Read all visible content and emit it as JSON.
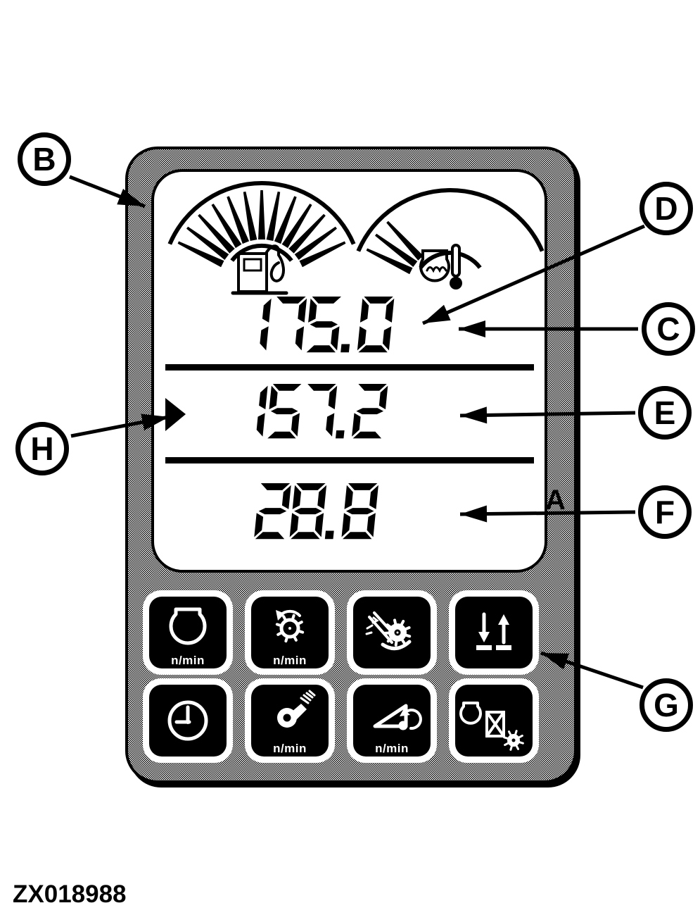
{
  "figure": {
    "id": "ZX018988"
  },
  "panel": {
    "display": {
      "fuel_gauge": {
        "icon": "fuel-pump-icon",
        "segments_lit": 13,
        "segments_total": 13
      },
      "temperature_gauge": {
        "icon": "engine-coolant-temperature-icon",
        "segments_lit": 3,
        "segments_total": 13
      },
      "lines": [
        {
          "value": "175.0",
          "mode_letter": "A"
        },
        {
          "value": "157.2",
          "selected_marker": true
        },
        {
          "value": "28.8"
        }
      ]
    },
    "buttons": [
      {
        "name": "engine-speed",
        "icon": "engine-icon",
        "label": "n/min"
      },
      {
        "name": "cutterhead-speed",
        "icon": "rotating-gear-icon",
        "label": "n/min"
      },
      {
        "name": "knife-sharpening",
        "icon": "knife-sharpening-icon",
        "label": ""
      },
      {
        "name": "header-raise-lower",
        "icon": "raise-lower-arrows-icon",
        "label": ""
      },
      {
        "name": "hour-meter",
        "icon": "clock-icon",
        "label": ""
      },
      {
        "name": "blower-speed",
        "icon": "blower-icon",
        "label": "n/min"
      },
      {
        "name": "elevator-speed",
        "icon": "elevator-angle-icon",
        "label": "n/min"
      },
      {
        "name": "service-interval",
        "icon": "engine-hourglass-gear-icon",
        "label": ""
      }
    ]
  },
  "callouts": [
    {
      "letter": "B"
    },
    {
      "letter": "C"
    },
    {
      "letter": "D"
    },
    {
      "letter": "E"
    },
    {
      "letter": "F"
    },
    {
      "letter": "G"
    },
    {
      "letter": "H"
    }
  ]
}
